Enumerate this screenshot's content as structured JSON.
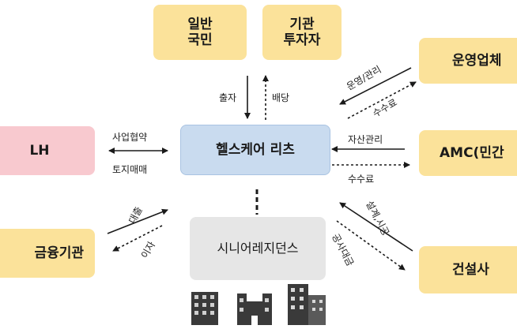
{
  "nodes": {
    "public": {
      "label": "일반\n국민"
    },
    "investor": {
      "label": "기관\n투자자"
    },
    "operator": {
      "label": "운영업체"
    },
    "lh": {
      "label": "LH"
    },
    "reits": {
      "label": "헬스케어 리츠"
    },
    "amc": {
      "label": "AMC(민간"
    },
    "finance": {
      "label": "금융기관"
    },
    "residence": {
      "label": "시니어레지던스"
    },
    "builder": {
      "label": "건설사"
    }
  },
  "edges": {
    "invest": "출자",
    "dividend": "배당",
    "business": "사업협약",
    "land": "토지매매",
    "loan": "대출",
    "interest": "이자",
    "op_manage": "운영/관리",
    "op_fee": "수수료",
    "asset_manage": "자산관리",
    "asset_fee": "수수료",
    "design_build": "설계,시공",
    "build_cost": "공사대금"
  },
  "colors": {
    "yellow": "#fbe29a",
    "pink": "#f8c9cf",
    "blue": "#c9dbef",
    "grey": "#e6e6e6",
    "building": "#3a3a3a"
  }
}
